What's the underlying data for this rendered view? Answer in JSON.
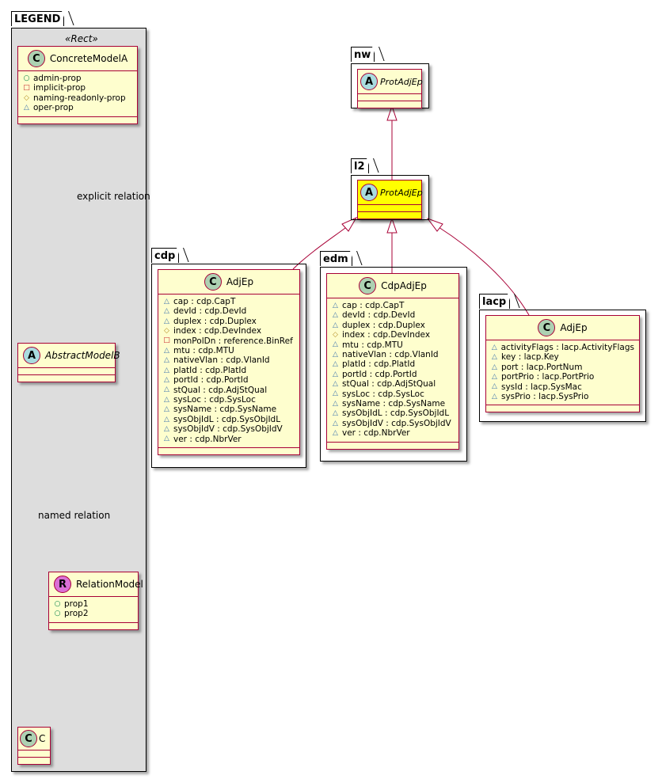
{
  "legend": {
    "package_name": "LEGEND",
    "stereotype": "«Rect»",
    "concrete_model": {
      "badge": "C",
      "name": "ConcreteModelA",
      "attributes": [
        {
          "vis": "public",
          "icon": "○",
          "text": "admin-prop"
        },
        {
          "vis": "private",
          "icon": "□",
          "text": "implicit-prop"
        },
        {
          "vis": "protected",
          "icon": "◇",
          "text": "naming-readonly-prop"
        },
        {
          "vis": "package",
          "icon": "△",
          "text": "oper-prop"
        }
      ]
    },
    "abstract_model": {
      "badge": "A",
      "name": "AbstractModelB"
    },
    "relation_model": {
      "badge": "R",
      "name": "RelationModel",
      "attributes": [
        {
          "vis": "public",
          "icon": "○",
          "text": "prop1"
        },
        {
          "vis": "public",
          "icon": "○",
          "text": "prop2"
        }
      ]
    },
    "class_c": {
      "badge": "C",
      "name": "C"
    },
    "explicit_relation_label": "explicit relation",
    "named_relation_label": "named relation"
  },
  "packages": {
    "nw": {
      "name": "nw",
      "class": {
        "badge": "A",
        "name": "ProtAdjEp"
      }
    },
    "l2": {
      "name": "l2",
      "class": {
        "badge": "A",
        "name": "ProtAdjEp",
        "highlight": "#ffff00"
      }
    },
    "cdp": {
      "name": "cdp",
      "class": {
        "badge": "C",
        "name": "AdjEp",
        "attributes": [
          {
            "vis": "package",
            "icon": "△",
            "text": "cap : cdp.CapT"
          },
          {
            "vis": "package",
            "icon": "△",
            "text": "devId : cdp.DevId"
          },
          {
            "vis": "package",
            "icon": "△",
            "text": "duplex : cdp.Duplex"
          },
          {
            "vis": "protected",
            "icon": "◇",
            "text": "index : cdp.DevIndex"
          },
          {
            "vis": "private",
            "icon": "□",
            "text": "monPolDn : reference.BinRef"
          },
          {
            "vis": "package",
            "icon": "△",
            "text": "mtu : cdp.MTU"
          },
          {
            "vis": "package",
            "icon": "△",
            "text": "nativeVlan : cdp.VlanId"
          },
          {
            "vis": "package",
            "icon": "△",
            "text": "platId : cdp.PlatId"
          },
          {
            "vis": "package",
            "icon": "△",
            "text": "portId : cdp.PortId"
          },
          {
            "vis": "package",
            "icon": "△",
            "text": "stQual : cdp.AdjStQual"
          },
          {
            "vis": "package",
            "icon": "△",
            "text": "sysLoc : cdp.SysLoc"
          },
          {
            "vis": "package",
            "icon": "△",
            "text": "sysName : cdp.SysName"
          },
          {
            "vis": "package",
            "icon": "△",
            "text": "sysObjIdL : cdp.SysObjIdL"
          },
          {
            "vis": "package",
            "icon": "△",
            "text": "sysObjIdV : cdp.SysObjIdV"
          },
          {
            "vis": "package",
            "icon": "△",
            "text": "ver : cdp.NbrVer"
          }
        ]
      }
    },
    "edm": {
      "name": "edm",
      "class": {
        "badge": "C",
        "name": "CdpAdjEp",
        "attributes": [
          {
            "vis": "package",
            "icon": "△",
            "text": "cap : cdp.CapT"
          },
          {
            "vis": "package",
            "icon": "△",
            "text": "devId : cdp.DevId"
          },
          {
            "vis": "package",
            "icon": "△",
            "text": "duplex : cdp.Duplex"
          },
          {
            "vis": "protected",
            "icon": "◇",
            "text": "index : cdp.DevIndex"
          },
          {
            "vis": "package",
            "icon": "△",
            "text": "mtu : cdp.MTU"
          },
          {
            "vis": "package",
            "icon": "△",
            "text": "nativeVlan : cdp.VlanId"
          },
          {
            "vis": "package",
            "icon": "△",
            "text": "platId : cdp.PlatId"
          },
          {
            "vis": "package",
            "icon": "△",
            "text": "portId : cdp.PortId"
          },
          {
            "vis": "package",
            "icon": "△",
            "text": "stQual : cdp.AdjStQual"
          },
          {
            "vis": "package",
            "icon": "△",
            "text": "sysLoc : cdp.SysLoc"
          },
          {
            "vis": "package",
            "icon": "△",
            "text": "sysName : cdp.SysName"
          },
          {
            "vis": "package",
            "icon": "△",
            "text": "sysObjIdL : cdp.SysObjIdL"
          },
          {
            "vis": "package",
            "icon": "△",
            "text": "sysObjIdV : cdp.SysObjIdV"
          },
          {
            "vis": "package",
            "icon": "△",
            "text": "ver : cdp.NbrVer"
          }
        ]
      }
    },
    "lacp": {
      "name": "lacp",
      "class": {
        "badge": "C",
        "name": "AdjEp",
        "attributes": [
          {
            "vis": "package",
            "icon": "△",
            "text": "activityFlags : lacp.ActivityFlags"
          },
          {
            "vis": "package",
            "icon": "△",
            "text": "key : lacp.Key"
          },
          {
            "vis": "package",
            "icon": "△",
            "text": "port : lacp.PortNum"
          },
          {
            "vis": "package",
            "icon": "△",
            "text": "portPrio : lacp.PortPrio"
          },
          {
            "vis": "package",
            "icon": "△",
            "text": "sysId : lacp.SysMac"
          },
          {
            "vis": "package",
            "icon": "△",
            "text": "sysPrio : lacp.SysPrio"
          }
        ]
      }
    }
  },
  "colors": {
    "class_fill": "#fefece",
    "class_border": "#a80036",
    "highlight_fill": "#ffff00",
    "legend_fill": "#dddddd",
    "edge": "#a80036"
  }
}
